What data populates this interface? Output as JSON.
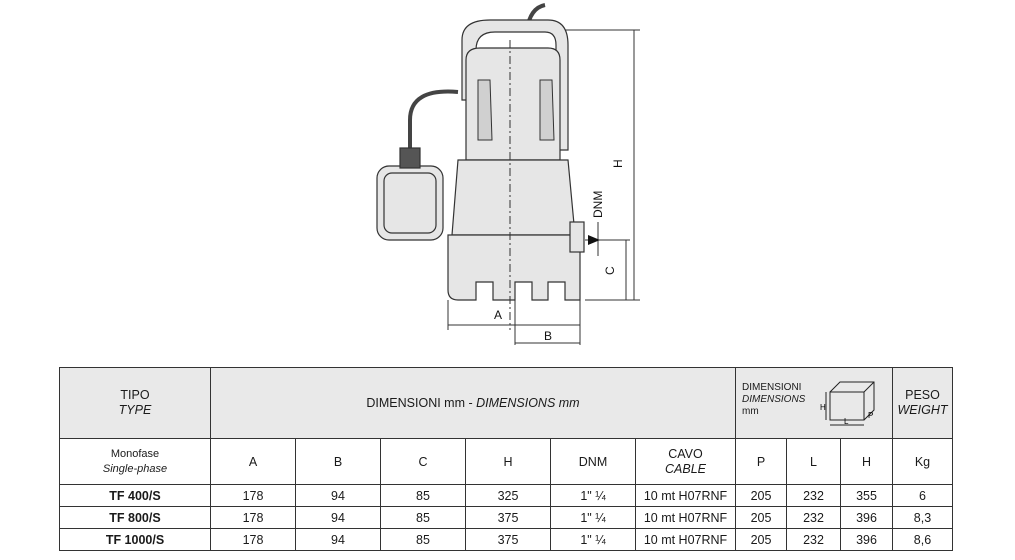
{
  "drawing": {
    "dim_h": "H",
    "dim_dnm": "DNM",
    "dim_c": "C",
    "dim_a": "A",
    "dim_b": "B"
  },
  "table": {
    "head": {
      "tipo": "TIPO",
      "type": "TYPE",
      "dim_title_main": "DIMENSIONI mm - ",
      "dim_title_italic": "DIMENSIONS mm",
      "box_line1": "DIMENSIONI",
      "box_line2": "DIMENSIONS",
      "box_line3": "mm",
      "box_h": "H",
      "box_l": "L",
      "box_p": "P",
      "peso": "PESO",
      "weight": "WEIGHT"
    },
    "sub": {
      "monofase": "Monofase",
      "singlephase": "Single-phase",
      "a": "A",
      "b": "B",
      "c": "C",
      "h": "H",
      "dnm": "DNM",
      "cavo": "CAVO",
      "cable": "CABLE",
      "p": "P",
      "l": "L",
      "h2": "H",
      "kg": "Kg"
    },
    "rows": [
      {
        "type": "TF 400/S",
        "a": "178",
        "b": "94",
        "c": "85",
        "h": "325",
        "dnm": "1\" ¼",
        "cable": "10 mt H07RNF",
        "p": "205",
        "l": "232",
        "h2": "355",
        "kg": "6"
      },
      {
        "type": "TF 800/S",
        "a": "178",
        "b": "94",
        "c": "85",
        "h": "375",
        "dnm": "1\" ¼",
        "cable": "10 mt H07RNF",
        "p": "205",
        "l": "232",
        "h2": "396",
        "kg": "8,3"
      },
      {
        "type": "TF 1000/S",
        "a": "178",
        "b": "94",
        "c": "85",
        "h": "375",
        "dnm": "1\" ¼",
        "cable": "10 mt H07RNF",
        "p": "205",
        "l": "232",
        "h2": "396",
        "kg": "8,6"
      }
    ]
  }
}
